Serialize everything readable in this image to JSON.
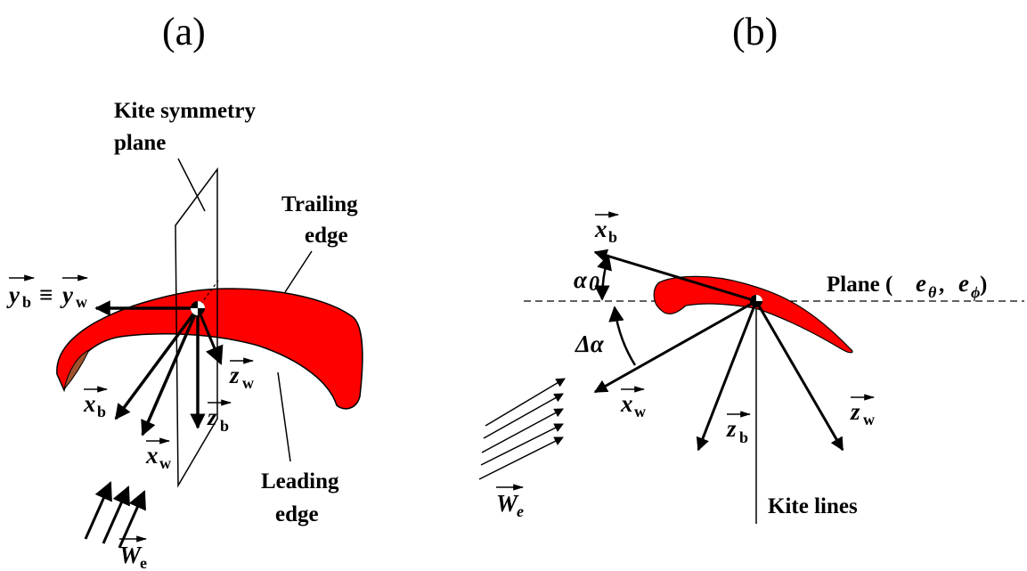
{
  "panels": {
    "a": {
      "label": "(a)",
      "kite_symmetry_line1": "Kite symmetry",
      "kite_symmetry_line2": "plane",
      "trailing_line1": "Trailing",
      "trailing_line2": "edge",
      "leading_line1": "Leading",
      "leading_line2": "edge",
      "yb_letter": "y",
      "yb_sub": "b",
      "equiv": "≡",
      "yw_letter": "y",
      "yw_sub": "w",
      "xb_letter": "x",
      "xb_sub": "b",
      "xw_letter": "x",
      "xw_sub": "w",
      "zb_letter": "z",
      "zb_sub": "b",
      "zw_letter": "z",
      "zw_sub": "w",
      "we_letter": "W",
      "we_sub": "e"
    },
    "b": {
      "label": "(b)",
      "plane_prefix": "Plane (",
      "e1_letter": "e",
      "e1_sub": "θ",
      "comma": " ,",
      "e2_letter": "e",
      "e2_sub": "ϕ",
      "close": " )",
      "alpha0": "α",
      "alpha0_sub": "0",
      "dalpha": "Δα",
      "xb_letter": "x",
      "xb_sub": "b",
      "xw_letter": "x",
      "xw_sub": "w",
      "zb_letter": "z",
      "zb_sub": "b",
      "zw_letter": "z",
      "zw_sub": "w",
      "we_letter": "W",
      "we_sub": "e",
      "kite_lines": "Kite lines"
    }
  },
  "colors": {
    "kite_fill": "#ff0000",
    "kite_inner": "#a0522d",
    "line": "#000000"
  }
}
